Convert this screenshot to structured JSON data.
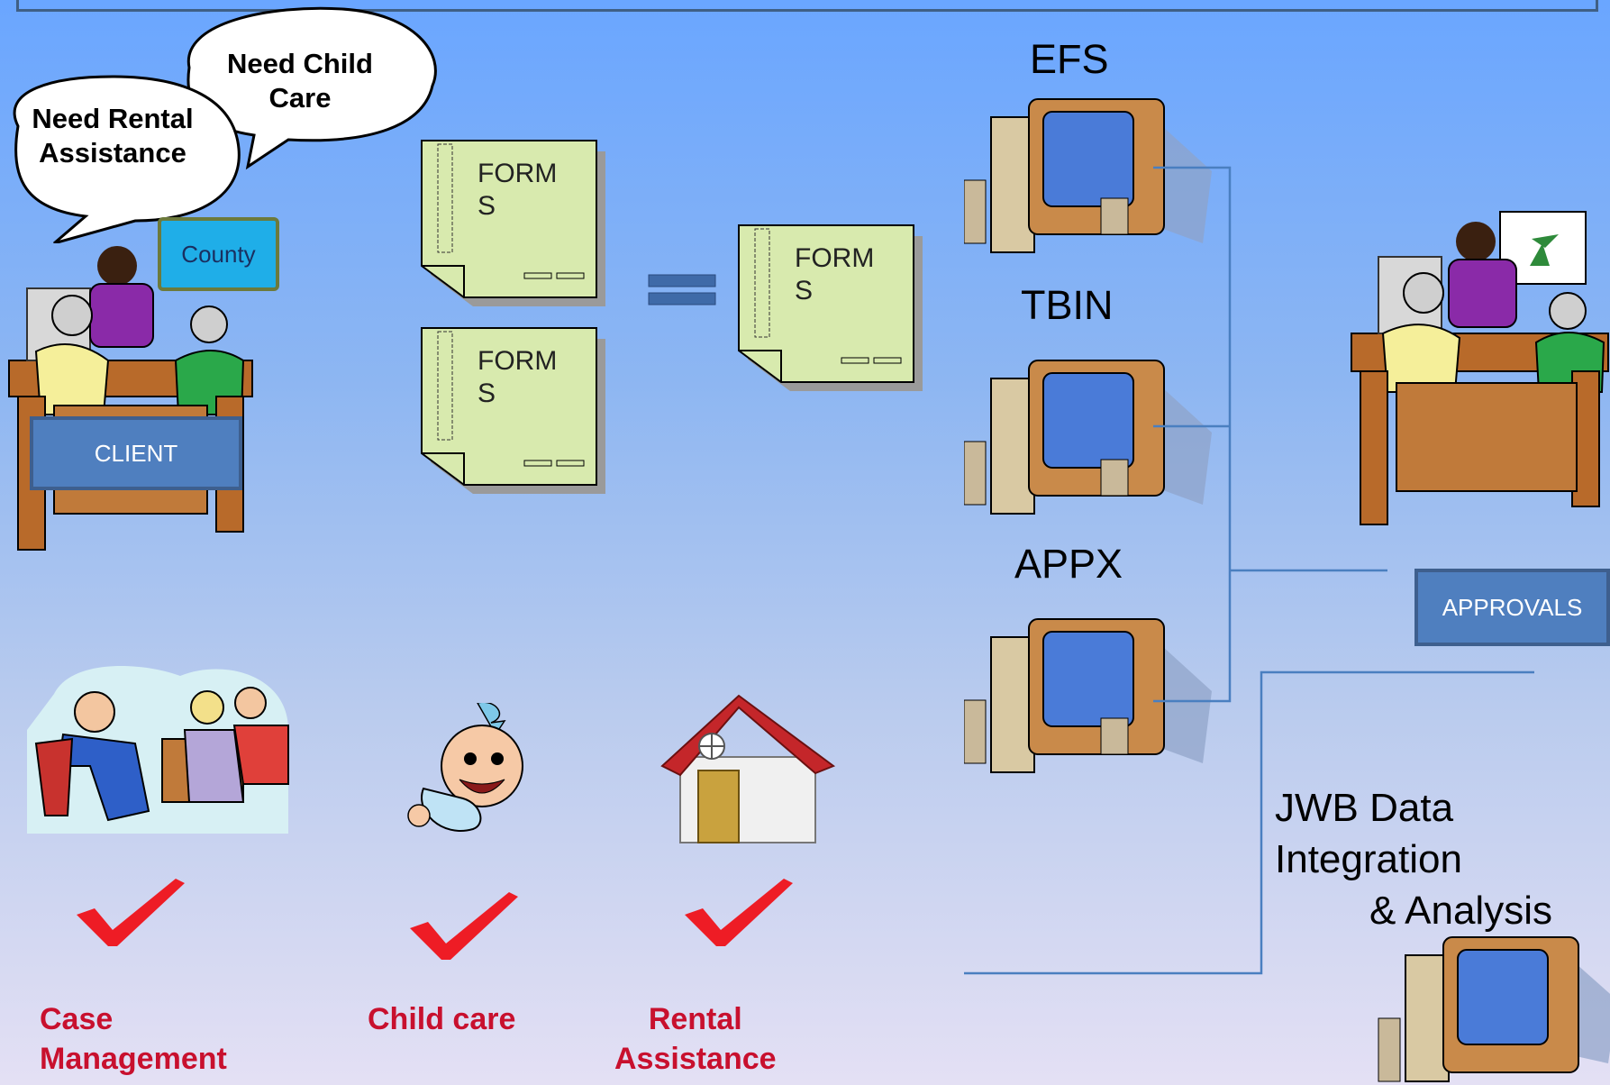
{
  "bubbles": {
    "child_care": "Need Child Care",
    "rental": "Need Rental Assistance"
  },
  "labels": {
    "county": "County",
    "client": "CLIENT",
    "approvals": "APPROVALS"
  },
  "forms": {
    "line1": "FORM",
    "line2": "S"
  },
  "systems": {
    "efs": "EFS",
    "tbin": "TBIN",
    "appx": "APPX"
  },
  "jwb": {
    "line1": "JWB Data",
    "line2": "Integration",
    "line3": "& Analysis"
  },
  "services": {
    "case_line1": "Case",
    "case_line2": "Management",
    "child_care": "Child care",
    "rental_line1": "Rental",
    "rental_line2": "Assistance"
  },
  "colors": {
    "accent_red": "#c8102e",
    "box_blue": "#4f7fbf",
    "county_blue": "#1faee8",
    "form_green": "#d8eaae",
    "connector": "#4a7fc0"
  }
}
